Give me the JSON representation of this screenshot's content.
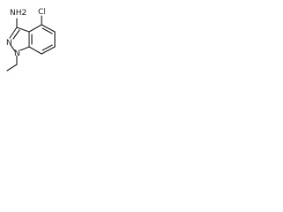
{
  "molecule": {
    "labels": {
      "amine": "NH2",
      "chloro": "Cl",
      "ring_n_upper": "N",
      "ring_n_lower": "N"
    }
  }
}
